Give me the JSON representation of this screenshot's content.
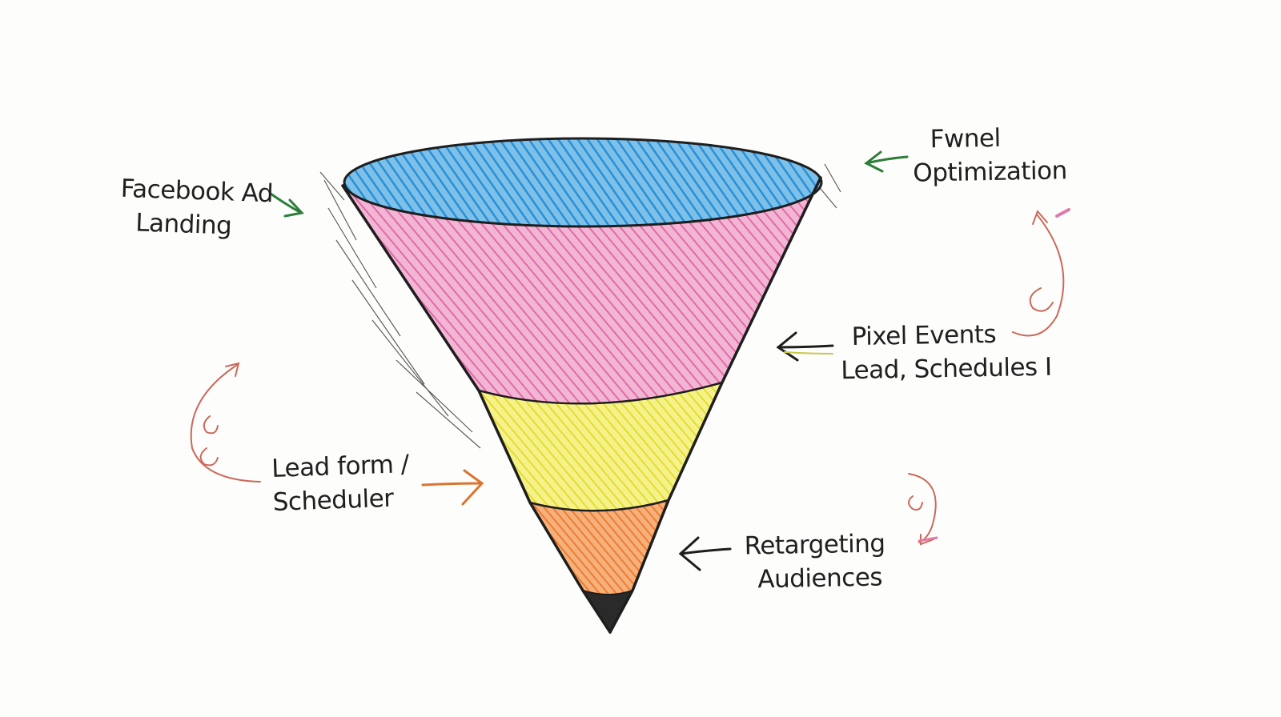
{
  "diagram": {
    "labels": {
      "facebook": {
        "line1": "Facebook Ad",
        "line2": "Landing"
      },
      "funnel": {
        "line1": "Fwnel",
        "line2": "Optimization"
      },
      "pixel": {
        "line1": "Pixel Events",
        "line2": "Lead, Schedules I"
      },
      "lead": {
        "line1": "Lead form /",
        "line2": "Scheduler"
      },
      "retarget": {
        "line1": "Retargeting",
        "line2": "Audiences"
      }
    },
    "colors": {
      "top": "#3fa0dc",
      "band1": "#e777b4",
      "band2": "#eeea52",
      "band3": "#f0904a",
      "outline": "#1e1e1e",
      "arrow_green": "#2e7d3a",
      "arrow_orange": "#d9752f",
      "curl_red": "#c96a5a",
      "curl_pink": "#e07aa8"
    }
  }
}
